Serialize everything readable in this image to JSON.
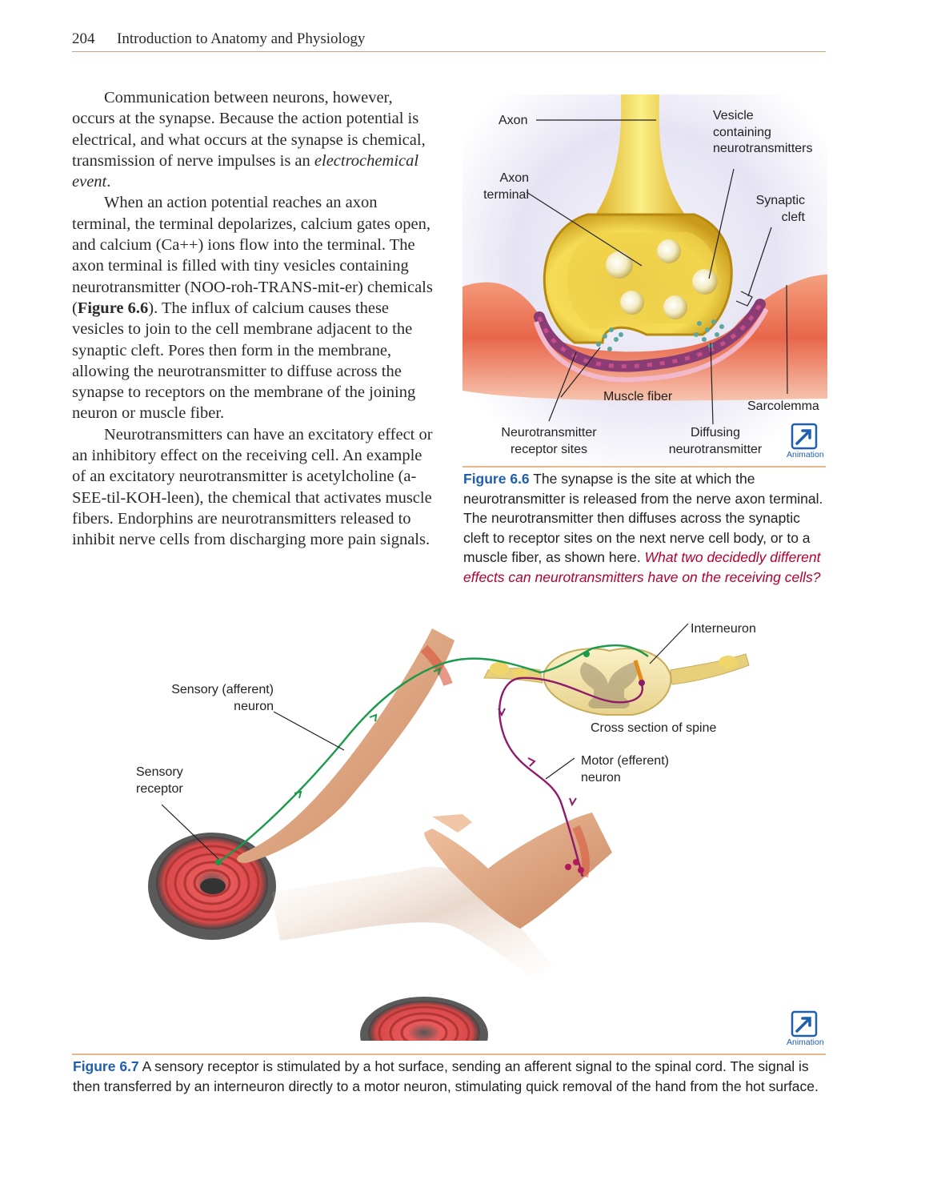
{
  "header": {
    "page_number": "204",
    "running_title": "Introduction to Anatomy and Physiology"
  },
  "body": {
    "p1_a": "Communication between neurons, however, occurs at the synapse. Because the action potential is electrical, and what occurs at the synapse is chemical, transmission of nerve impulses is an ",
    "p1_em": "electrochemical event",
    "p1_b": ".",
    "p2_a": "When an action potential reaches an axon terminal, the terminal depolarizes, calcium gates open, and calcium (Ca++) ions flow into the terminal. The axon terminal is filled with tiny vesicles containing neurotransmitter (NOO-roh-TRANS-mit-er) chemicals (",
    "p2_ref": "Figure 6.6",
    "p2_b": "). The influx of calcium causes these vesicles to join to the cell membrane adjacent to the synaptic cleft. Pores then form in the membrane, allowing the neurotransmitter to diffuse across the synapse to receptors on the membrane of the joining neuron or muscle fiber.",
    "p3": "Neurotransmitters can have an excitatory effect or an inhibitory effect on the receiving cell. An example of an excitatory neurotransmitter is acetylcholine (a-SEE-til-KOH-leen), the chemical that activates muscle fibers. Endorphins are neurotransmitters released to inhibit nerve cells from discharging more pain signals."
  },
  "figure_6_6": {
    "labels": {
      "axon": "Axon",
      "vesicle_1": "Vesicle",
      "vesicle_2": "containing",
      "vesicle_3": "neurotransmitters",
      "axon_terminal_1": "Axon",
      "axon_terminal_2": "terminal",
      "synaptic_cleft_1": "Synaptic",
      "synaptic_cleft_2": "cleft",
      "muscle_fiber": "Muscle fiber",
      "sarcolemma": "Sarcolemma",
      "receptor_1": "Neurotransmitter",
      "receptor_2": "receptor sites",
      "diffusing_1": "Diffusing",
      "diffusing_2": "neurotransmitter"
    },
    "animation_label": "Animation",
    "caption_num": "Figure 6.6",
    "caption_text": " The synapse is the site at which the neurotransmitter is released from the nerve axon terminal. The neurotransmitter then diffuses across the synaptic cleft to receptor sites on the next nerve cell body, or to a muscle fiber, as shown here. ",
    "caption_question": "What two decidedly different effects can neurotransmitters have on the receiving cells?"
  },
  "figure_6_7": {
    "labels": {
      "interneuron": "Interneuron",
      "sensory_neuron_1": "Sensory (afferent)",
      "sensory_neuron_2": "neuron",
      "cross_section": "Cross section of spine",
      "sensory_receptor_1": "Sensory",
      "sensory_receptor_2": "receptor",
      "motor_neuron_1": "Motor (efferent)",
      "motor_neuron_2": "neuron"
    },
    "animation_label": "Animation",
    "caption_num": "Figure 6.7",
    "caption_text": " A sensory receptor is stimulated by a hot surface, sending an afferent signal to the spinal cord. The signal is then transferred by an interneuron directly to a motor neuron, stimulating quick removal of the hand from the hot surface."
  },
  "colors": {
    "caption_blue": "#1f5fae",
    "question_red": "#b3002d",
    "rule_tan": "#c8a480",
    "afferent_green": "#1a9a4a",
    "efferent_purple": "#8e1a6a"
  }
}
